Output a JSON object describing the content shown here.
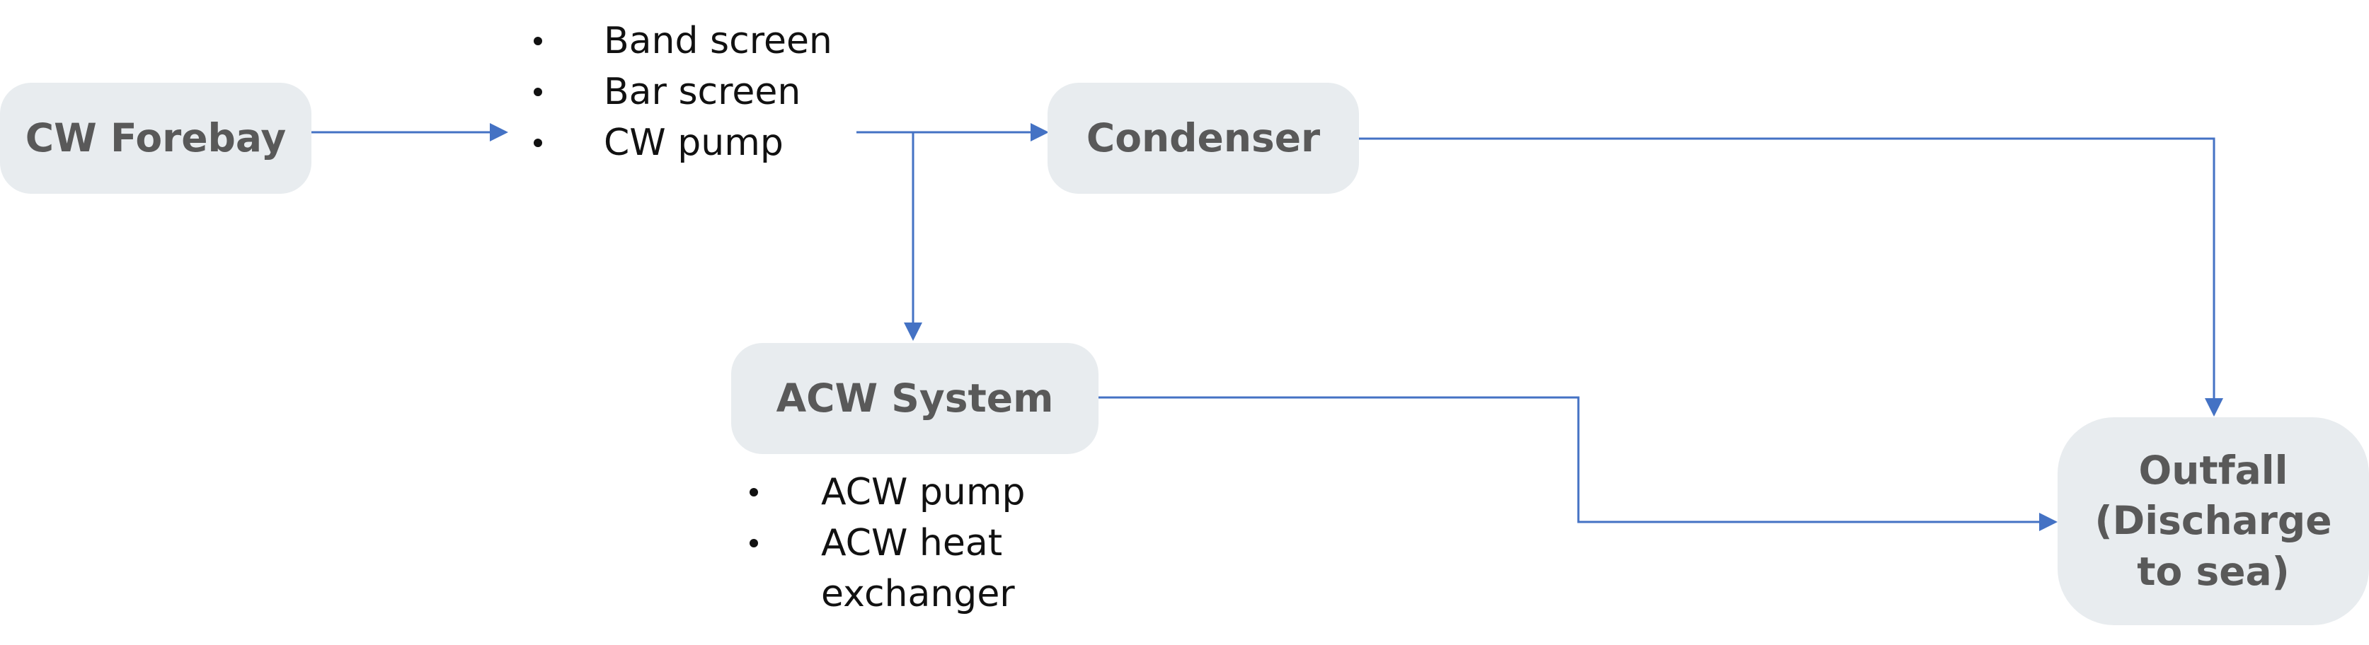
{
  "diagram": {
    "nodes": {
      "cw_forebay": {
        "label": "CW Forebay"
      },
      "condenser": {
        "label": "Condenser"
      },
      "acw_system": {
        "label": "ACW System"
      },
      "outfall": {
        "label": "Outfall (Discharge to sea)",
        "lines": [
          "Outfall",
          "(Discharge",
          "to sea)"
        ]
      }
    },
    "screening_list": {
      "items": [
        "Band screen",
        "Bar screen",
        "CW pump"
      ]
    },
    "acw_list": {
      "items": [
        "ACW pump",
        "ACW heat",
        "exchanger"
      ]
    },
    "colors": {
      "connector": "#4472c4",
      "node_fill": "#e8ecef",
      "node_text": "#595959",
      "bullet_text": "#111111"
    }
  }
}
